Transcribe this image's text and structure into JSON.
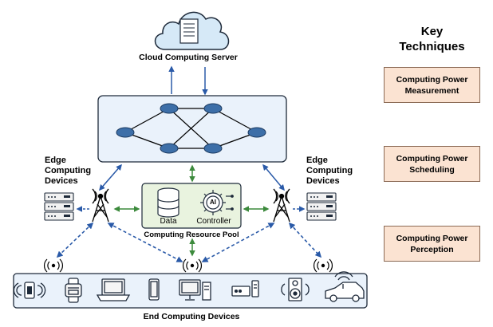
{
  "cloud": {
    "label": "Cloud Computing Server"
  },
  "key_techniques": {
    "title_line1": "Key",
    "title_line2": "Techniques",
    "items": [
      {
        "line1": "Computing Power",
        "line2": "Measurement"
      },
      {
        "line1": "Computing Power",
        "line2": "Scheduling"
      },
      {
        "line1": "Computing Power",
        "line2": "Perception"
      }
    ]
  },
  "edge_left": {
    "line1": "Edge",
    "line2": "Computing",
    "line3": "Devices"
  },
  "edge_right": {
    "line1": "Edge",
    "line2": "Computing",
    "line3": "Devices"
  },
  "pool": {
    "data_label": "Data",
    "controller_label": "Controller",
    "ai_label": "AI",
    "caption": "Computing Resource Pool"
  },
  "end_devices": {
    "label": "End Computing Devices",
    "items": [
      "wearable-sensor",
      "smartwatch",
      "laptop",
      "smartphone",
      "desktop-pc",
      "set-top-box",
      "speaker",
      "car"
    ]
  },
  "colors": {
    "router_fill": "#3d6fa8",
    "arrow_blue": "#2a5aa8",
    "arrow_green": "#3c8a3c",
    "pool_fill": "#e9f3df",
    "kt_fill": "#fbe3d2"
  }
}
